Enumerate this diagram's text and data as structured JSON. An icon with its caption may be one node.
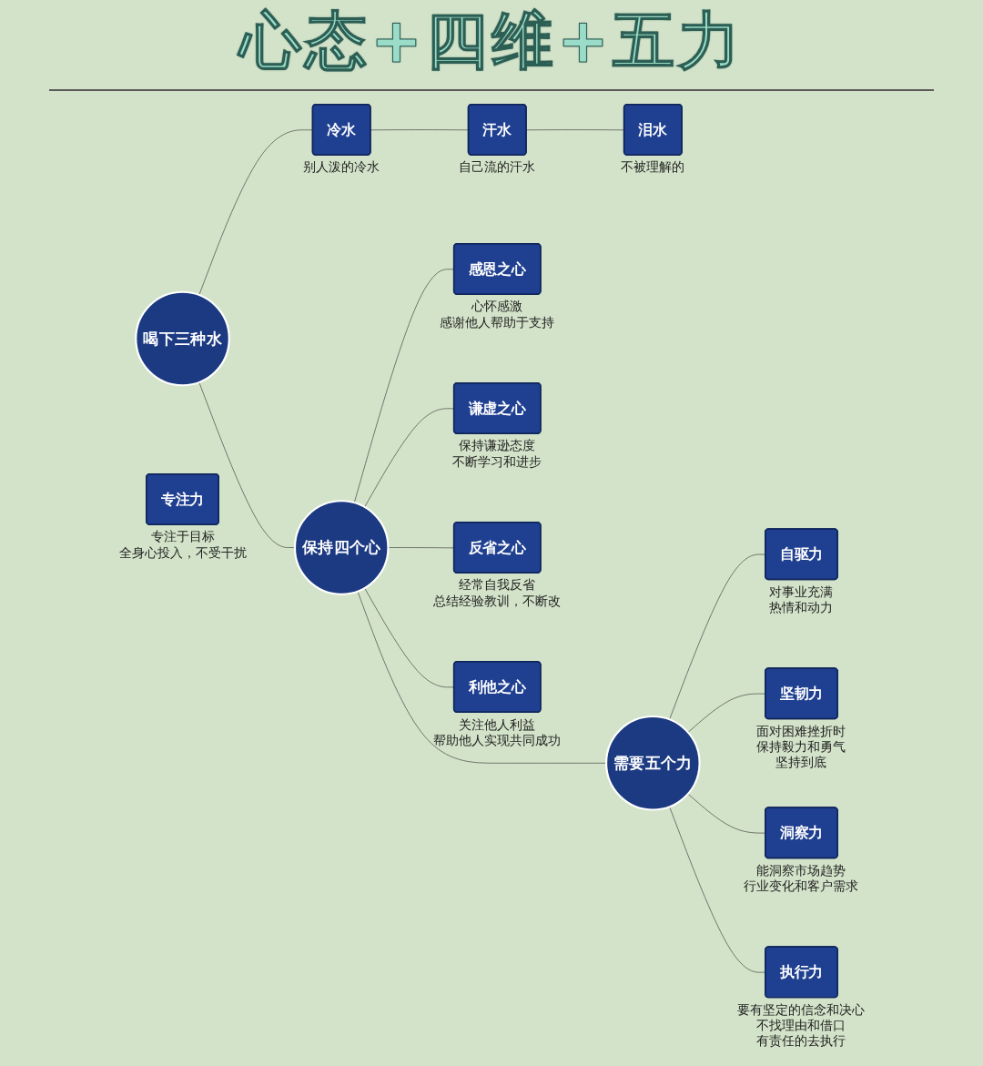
{
  "diagram": {
    "title": "心态+四维+五力",
    "nodes": [
      {
        "text": [
          "喝下三种水"
        ]
      },
      {
        "text": [
          "冷水"
        ],
        "beside": [
          "别人泼的冷水"
        ]
      },
      {
        "text": [
          "汗水"
        ],
        "beside": [
          "自己流的汗水"
        ]
      },
      {
        "text": [
          "泪水"
        ],
        "beside": [
          "不被理解的"
        ]
      },
      {
        "text": [
          "保持四个心"
        ]
      },
      {
        "text": [
          "感恩之心"
        ],
        "beside": [
          "心怀感激",
          "感谢他人帮助于支持"
        ]
      },
      {
        "text": [
          "谦虚之心"
        ],
        "beside": [
          "保持谦逊态度",
          "不断学习和进步"
        ]
      },
      {
        "text": [
          "反省之心"
        ],
        "beside": [
          "经常自我反省",
          "总结经验教训，不断改"
        ]
      },
      {
        "text": [
          "利他之心"
        ],
        "beside": [
          "关注他人利益",
          "帮助他人实现共同成功"
        ]
      },
      {
        "text": [
          "需要五个力"
        ]
      },
      {
        "text": [
          "自驱力"
        ],
        "beside": [
          "对事业充满",
          "热情和动力"
        ]
      },
      {
        "text": [
          "专注力"
        ],
        "beside": [
          "专注于目标",
          "全身心投入，不受干扰"
        ]
      },
      {
        "text": [
          "坚韧力"
        ],
        "beside": [
          "面对困难挫折时",
          "保持毅力和勇气",
          "坚持到底"
        ]
      },
      {
        "text": [
          "洞察力"
        ],
        "beside": [
          "能洞察市场趋势",
          "行业变化和客户需求"
        ]
      },
      {
        "text": [
          "执行力"
        ],
        "beside": [
          "要有坚定的信念和决心",
          "不找理由和借口",
          "有责任的去执行"
        ]
      }
    ],
    "edges": [
      {
        "from": 0,
        "to": 1,
        "arrow": "none"
      },
      {
        "from": 1,
        "to": 2,
        "arrow": "none"
      },
      {
        "from": 2,
        "to": 3,
        "arrow": "none"
      },
      {
        "from": 0,
        "to": 4,
        "arrow": "none"
      },
      {
        "from": 4,
        "to": 5,
        "arrow": "none"
      },
      {
        "from": 4,
        "to": 6,
        "arrow": "none"
      },
      {
        "from": 4,
        "to": 7,
        "arrow": "none"
      },
      {
        "from": 4,
        "to": 8,
        "arrow": "none"
      },
      {
        "from": 4,
        "to": 9,
        "arrow": "none"
      },
      {
        "from": 9,
        "to": 10,
        "arrow": "none"
      },
      {
        "from": 9,
        "to": 12,
        "arrow": "none"
      },
      {
        "from": 9,
        "to": 13,
        "arrow": "none"
      },
      {
        "from": 9,
        "to": 14,
        "arrow": "none"
      }
    ]
  }
}
